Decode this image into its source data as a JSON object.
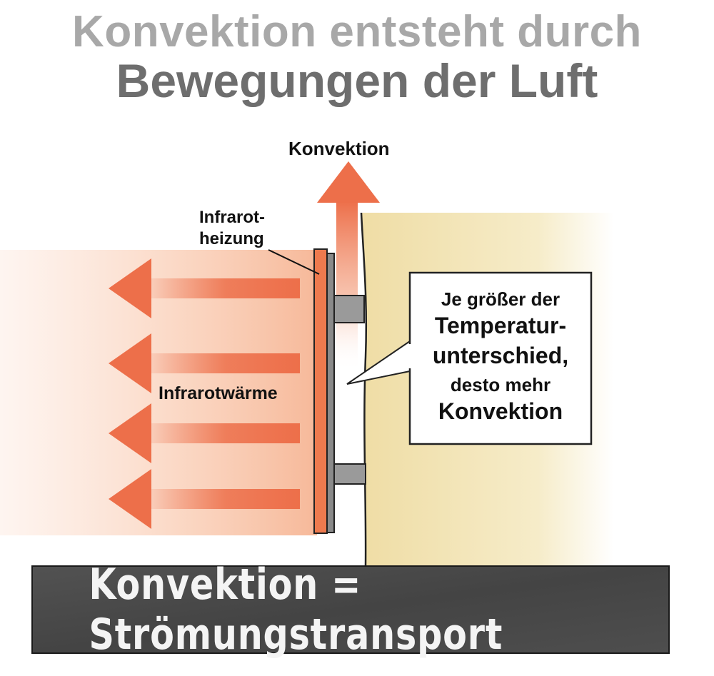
{
  "title": {
    "line1": "Konvektion entsteht durch",
    "line2": "Bewegungen der Luft"
  },
  "labels": {
    "convection_arrow": "Konvektion",
    "heater_line1": "Infrarot-",
    "heater_line2": "heizung",
    "infrared_heat": "Infrarotwärme"
  },
  "callout": {
    "line1": "Je größer der",
    "line2": "Temperatur-",
    "line3": "unterschied,",
    "line4": "desto mehr",
    "line5": "Konvektion"
  },
  "banner": {
    "text": "Konvektion = Strömungstransport"
  },
  "colors": {
    "arrow": "#ed6f4a",
    "wall": "#f0dfa8",
    "heater_panel": "#ee7a4e",
    "chalkboard": "#4a4a4a"
  }
}
